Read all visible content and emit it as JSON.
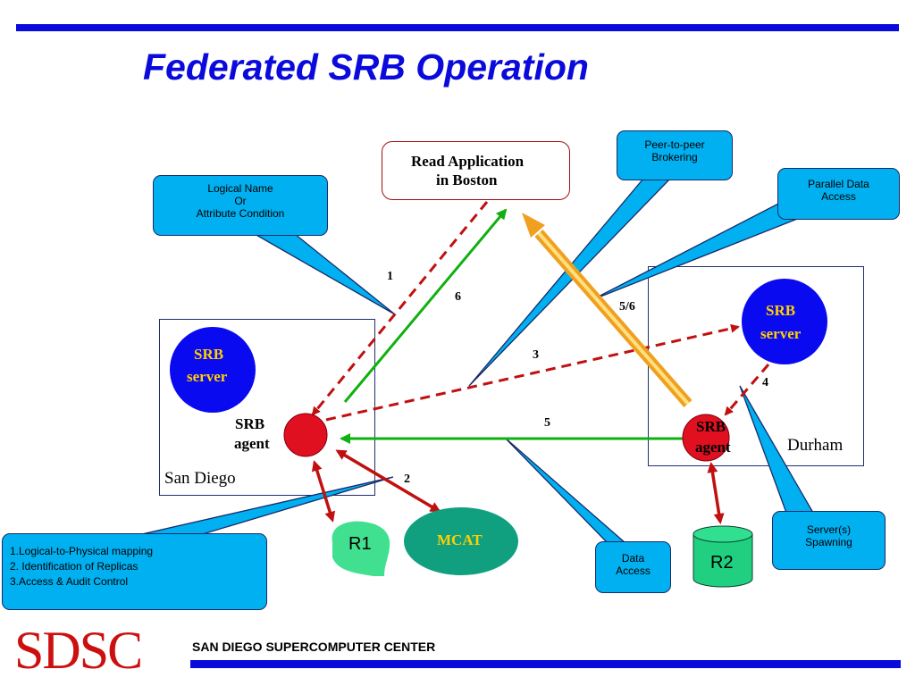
{
  "title": "Federated SRB Operation",
  "read_app": {
    "line1": "Read Application",
    "line2": "in Boston"
  },
  "callouts": {
    "logical_name": [
      "Logical Name",
      "Or",
      "Attribute Condition"
    ],
    "p2p": [
      "Peer-to-peer",
      "Brokering"
    ],
    "parallel": [
      "Parallel Data",
      "Access"
    ],
    "mapping": [
      "1.Logical-to-Physical mapping",
      "2. Identification of Replicas",
      "3.Access & Audit Control"
    ],
    "data_access": [
      "Data",
      "Access"
    ],
    "spawning": [
      "Server(s)",
      "Spawning"
    ]
  },
  "sites": {
    "sd": "San Diego",
    "durham": "Durham"
  },
  "nodes": {
    "srb_server": [
      "SRB",
      "server"
    ],
    "srb_agent": [
      "SRB",
      "agent"
    ],
    "r1": "R1",
    "r2": "R2",
    "mcat": "MCAT"
  },
  "steps": {
    "s1": "1",
    "s2": "2",
    "s3": "3",
    "s4": "4",
    "s5": "5",
    "s56": "5/6",
    "s6": "6"
  },
  "footer": {
    "logo": "SDSC",
    "org": "SAN DIEGO SUPERCOMPUTER CENTER"
  },
  "colors": {
    "accent_blue": "#0a0adc",
    "callout": "#00b0f0",
    "dashed_red": "#c01010",
    "green": "#10b010",
    "agent_red": "#e01020",
    "mcat_teal": "#10a080"
  }
}
